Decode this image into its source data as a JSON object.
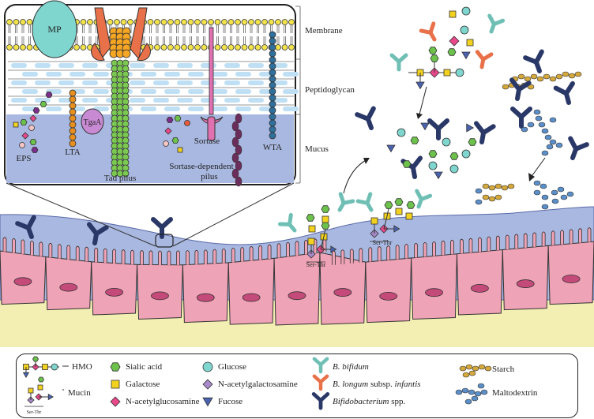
{
  "inset_labels": {
    "mp": "MP",
    "tgaa": "TgaA",
    "eps": "EPS",
    "lta": "LTA",
    "tad_pilus": "Tad pilus",
    "sortase": "Sortase",
    "sortase_pilus_line1": "Sortase-dependent",
    "sortase_pilus_line2": "pilus",
    "wta": "WTA"
  },
  "layer_labels": {
    "membrane": "Membrane",
    "peptidoglycan": "Peptidoglycan",
    "mucus": "Mucus"
  },
  "mucin_labels": {
    "a": "Ser-Thr",
    "b": "Ser-Thr"
  },
  "legend": {
    "hmo": "HMO",
    "mucin": "Mucin",
    "mucin_tag": "Ser-Thr",
    "sialic_acid": "Sialic acid",
    "galactose": "Galactose",
    "n_acetylglucosamine": "N-acetylglucosamine",
    "glucose": "Glucose",
    "n_acetylgalactosamine": "N-acetylgalactosamine",
    "fucose": "Fucose",
    "b_bifidum": "B. bifidum",
    "b_longum_a": "B. longum",
    "b_longum_b": " subsp. ",
    "b_longum_c": "infantis",
    "bifido_a": "Bifidobacterium",
    "bifido_b": " spp.",
    "starch": "Starch",
    "maltodextrin": "Maltodextrin"
  },
  "colors": {
    "sialic_acid": "#6cc24a",
    "galactose": "#f2d21f",
    "n_acetylglucosamine": "#e8488a",
    "glucose": "#7fd6cf",
    "n_acetylgalactosamine": "#a889c9",
    "fucose": "#4a63b0",
    "b_bifidum": "#6fbfb5",
    "b_longum": "#e8714a",
    "bifido_spp": "#2a3868",
    "starch": "#d4a83a",
    "maltodextrin": "#5b8fc9",
    "mucus": "#a9b8e0",
    "epithelium": "#efa3b6",
    "lumen": "#f3efb3"
  }
}
